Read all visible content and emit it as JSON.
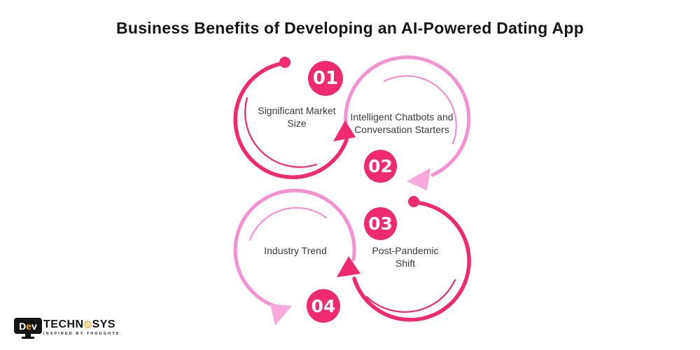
{
  "title": "Business Benefits of Developing an AI-Powered Dating App",
  "colors": {
    "dark_pink": "#EF2A6F",
    "light_pink": "#F392D0",
    "light_pink_arrow": "#F9A8DC",
    "title_text": "#161616",
    "label_text": "#3a3a3a",
    "badge_text": "#ffffff",
    "logo_black": "#141414",
    "logo_orange": "#F5A623"
  },
  "steps": [
    {
      "number": "01",
      "label": "Significant Market Size",
      "style": "dark-pink-circle"
    },
    {
      "number": "02",
      "label": "Intelligent Chatbots and Conversation Starters",
      "style": "light-pink-circle"
    },
    {
      "number": "03",
      "label": "Post-Pandemic Shift",
      "style": "dark-pink-circle"
    },
    {
      "number": "04",
      "label": "Industry Trend",
      "style": "light-pink-circle"
    }
  ],
  "logo": {
    "monitor_d": "D",
    "monitor_e": "e",
    "monitor_v": "v",
    "name_part1": "TECHN",
    "name_part2": "SYS",
    "tagline": "INSPIRED BY THOUGHTS"
  },
  "icons": {
    "gear": "⚙"
  }
}
